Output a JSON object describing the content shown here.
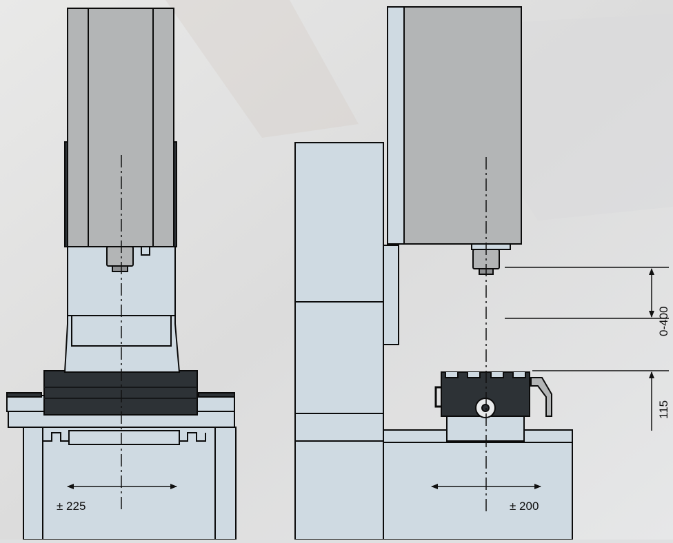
{
  "front_view": {
    "travel_label": "± 225"
  },
  "side_view": {
    "travel_label": "± 200",
    "vertical_stroke_label": "0-400",
    "fixture_height_label": "115"
  },
  "colors": {
    "background": "#dfe0e1",
    "machine_body": "#cfdae2",
    "spindle_head": "#b3b5b6",
    "table": "#2d3236",
    "outline": "#0b0b0b"
  }
}
